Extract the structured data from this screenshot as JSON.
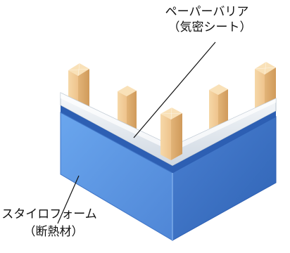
{
  "labels": {
    "barrier_title": "ペーパーバリア",
    "barrier_subtitle": "（気密シート）",
    "foam_title": "スタイロフォーム",
    "foam_subtitle": "（断熱材）"
  },
  "colors": {
    "foam_front_left": "#5b95e0",
    "foam_front_right": "#3b6fbf",
    "foam_top": "#2c5fb5",
    "barrier_sheet": "#e6ecf2",
    "wood": "#efc893",
    "wood_shadow": "#d8a66a"
  }
}
